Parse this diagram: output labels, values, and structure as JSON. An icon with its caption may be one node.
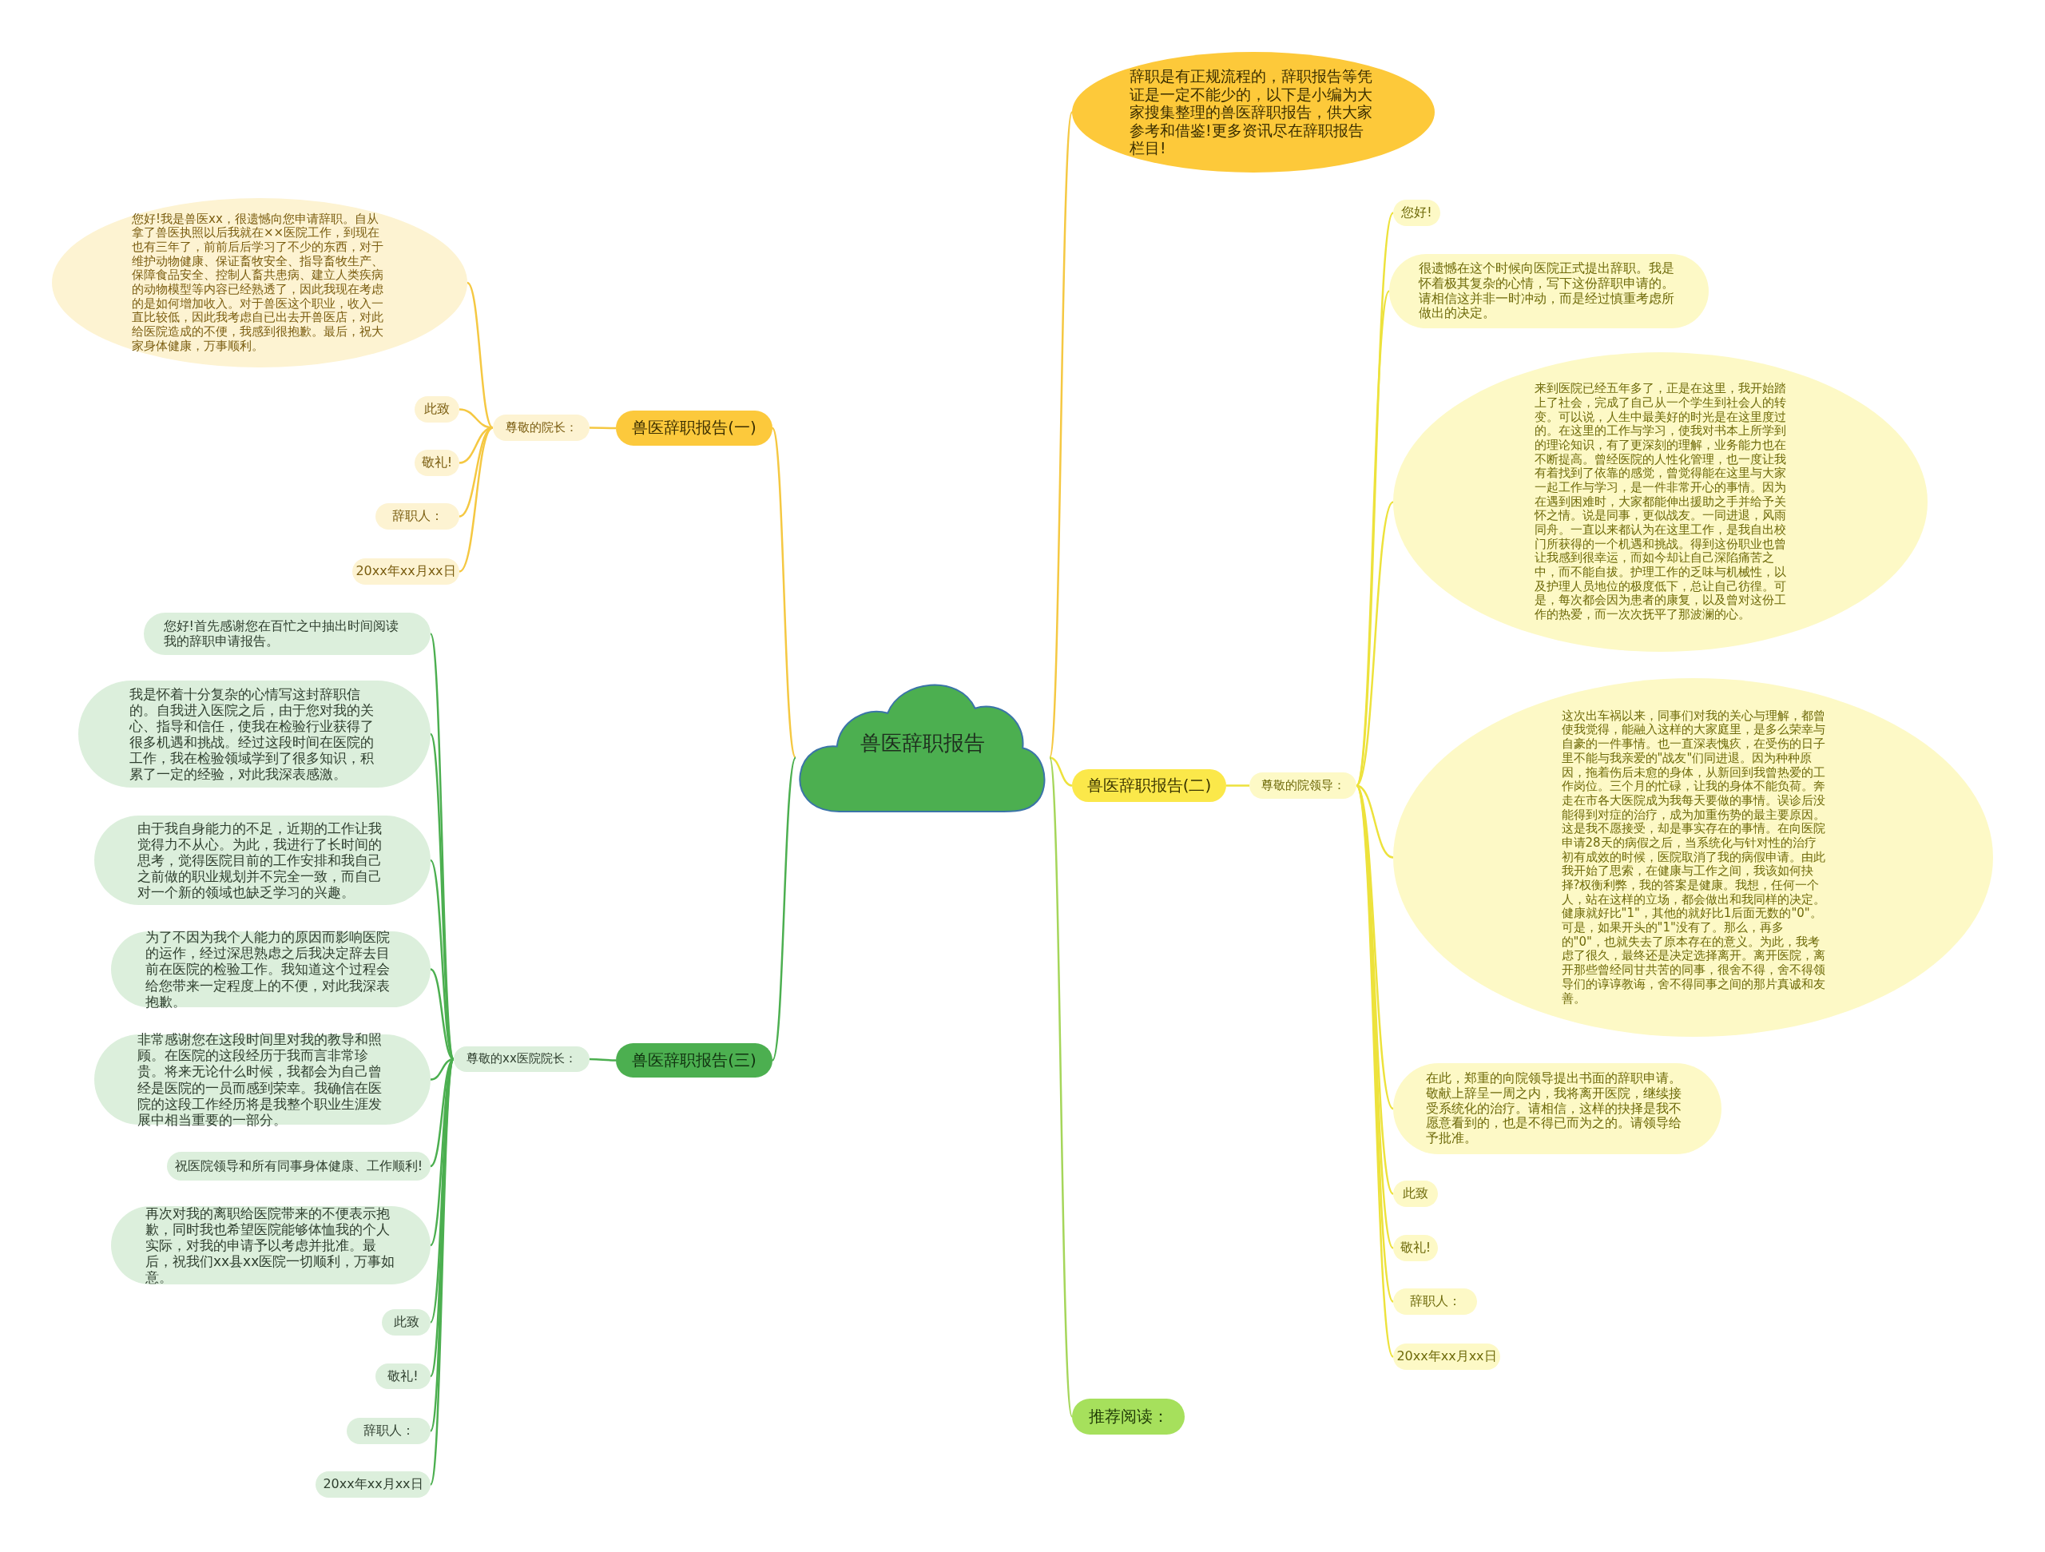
{
  "diagram": {
    "nodes": [
      {
        "text": [
          "兽医辞职报告"
        ]
      },
      {
        "text": [
          "辞职是有正规流程的，辞职报告等凭证是一定不能少的，以下是小编为大家搜集整理的兽医辞职报告，供大家参考和借鉴!更多资讯尽在辞职报告栏目!"
        ]
      },
      {
        "text": [
          "兽医辞职报告(一)"
        ]
      },
      {
        "text": [
          "尊敬的院长："
        ]
      },
      {
        "text": [
          "您好!我是兽医xx，很遗憾向您申请辞职。自从拿了兽医执照以后我就在××医院工作，到现在也有三年了，前前后后学习了不少的东西，对于维护动物健康、保证畜牧安全、指导畜牧生产、保障食品安全、控制人畜共患病、建立人类疾病的动物模型等内容已经熟透了，因此我现在考虑的是如何增加收入。对于兽医这个职业，收入一直比较低，因此我考虑自已出去开兽医店，对此给医院造成的不便，我感到很抱歉。最后，祝大家身体健康，万事顺利。"
        ]
      },
      {
        "text": [
          "此致"
        ]
      },
      {
        "text": [
          "敬礼!"
        ]
      },
      {
        "text": [
          "辞职人："
        ]
      },
      {
        "text": [
          "20xx年xx月xx日"
        ]
      },
      {
        "text": [
          "兽医辞职报告(二)"
        ]
      },
      {
        "text": [
          "尊敬的院领导："
        ]
      },
      {
        "text": [
          "您好!"
        ]
      },
      {
        "text": [
          "很遗憾在这个时候向医院正式提出辞职。我是怀着极其复杂的心情，写下这份辞职申请的。请相信这并非一时冲动，而是经过慎重考虑所做出的决定。"
        ]
      },
      {
        "text": [
          "来到医院已经五年多了，正是在这里，我开始踏上了社会，完成了自己从一个学生到社会人的转变。可以说，人生中最美好的时光是在这里度过的。在这里的工作与学习，使我对书本上所学到的理论知识，有了更深刻的理解，业务能力也在不断提高。曾经医院的人性化管理，也一度让我有着找到了依靠的感觉，曾觉得能在这里与大家一起工作与学习，是一件非常开心的事情。因为在遇到困难时，大家都能伸出援助之手并给予关怀之情。说是同事，更似战友。一同进退，风雨同舟。一直以来都认为在这里工作，是我自出校门所获得的一个机遇和挑战。得到这份职业也曾让我感到很幸运，而如今却让自己深陷痛苦之中，而不能自拔。护理工作的乏味与机械性，以及护理人员地位的极度低下，总让自己彷徨。可是，每次都会因为患者的康复，以及曾对这份工作的热爱，而一次次抚平了那波澜的心。"
        ]
      },
      {
        "text": [
          "这次出车祸以来，同事们对我的关心与理解，都曾使我觉得，能融入这样的大家庭里，是多么荣幸与自豪的一件事情。也一直深表愧疚，在受伤的日子里不能与我亲爱的\"战友\"们同进退。因为种种原因，拖着伤后未愈的身体，从新回到我曾热爱的工作岗位。三个月的忙碌，让我的身体不能负荷。奔走在市各大医院成为我每天要做的事情。误诊后没能得到对症的治疗，成为加重伤势的最主要原因。这是我不愿接受，却是事实存在的事情。在向医院申请28天的病假之后，当系统化与针对性的治疗初有成效的时候，医院取消了我的病假申请。由此我开始了思索，在健康与工作之间，我该如何抉择?权衡利弊，我的答案是健康。我想，任何一个人，站在这样的立场，都会做出和我同样的决定。健康就好比\"1\"，其他的就好比1后面无数的\"0\"。可是，如果开头的\"1\"没有了。那么，再多的\"0\"，也就失去了原本存在的意义。为此，我考虑了很久，最终还是决定选择离开。离开医院，离开那些曾经同甘共苦的同事，很舍不得，舍不得领导们的谆谆教诲，舍不得同事之间的那片真诚和友善。"
        ]
      },
      {
        "text": [
          "在此，郑重的向院领导提出书面的辞职申请。敬献上辞呈一周之内，我将离开医院，继续接受系统化的治疗。请相信，这样的抉择是我不愿意看到的，也是不得已而为之的。请领导给予批准。"
        ]
      },
      {
        "text": [
          "此致"
        ]
      },
      {
        "text": [
          "敬礼!"
        ]
      },
      {
        "text": [
          "辞职人："
        ]
      },
      {
        "text": [
          "20xx年xx月xx日"
        ]
      },
      {
        "text": [
          "兽医辞职报告(三)"
        ]
      },
      {
        "text": [
          "尊敬的xx医院院长："
        ]
      },
      {
        "text": [
          "您好!首先感谢您在百忙之中抽出时间阅读我的辞职申请报告。"
        ]
      },
      {
        "text": [
          "我是怀着十分复杂的心情写这封辞职信的。自我进入医院之后，由于您对我的关心、指导和信任，使我在检验行业获得了很多机遇和挑战。经过这段时间在医院的工作，我在检验领域学到了很多知识，积累了一定的经验，对此我深表感激。"
        ]
      },
      {
        "text": [
          "由于我自身能力的不足，近期的工作让我觉得力不从心。为此，我进行了长时间的思考，觉得医院目前的工作安排和我自己之前做的职业规划并不完全一致，而自己对一个新的领域也缺乏学习的兴趣。"
        ]
      },
      {
        "text": [
          "为了不因为我个人能力的原因而影响医院的运作，经过深思熟虑之后我决定辞去目前在医院的检验工作。我知道这个过程会给您带来一定程度上的不便，对此我深表抱歉。"
        ]
      },
      {
        "text": [
          "非常感谢您在这段时间里对我的教导和照顾。在医院的这段经历于我而言非常珍贵。将来无论什么时候，我都会为自己曾经是医院的一员而感到荣幸。我确信在医院的这段工作经历将是我整个职业生涯发展中相当重要的一部分。"
        ]
      },
      {
        "text": [
          "祝医院领导和所有同事身体健康、工作顺利!"
        ]
      },
      {
        "text": [
          "再次对我的离职给医院带来的不便表示抱歉，同时我也希望医院能够体恤我的个人实际，对我的申请予以考虑并批准。最后，祝我们xx县xx医院一切顺利，万事如意。"
        ]
      },
      {
        "text": [
          "此致"
        ]
      },
      {
        "text": [
          "敬礼!"
        ]
      },
      {
        "text": [
          "辞职人："
        ]
      },
      {
        "text": [
          "20xx年xx月xx日"
        ]
      },
      {
        "text": [
          "推荐阅读："
        ]
      }
    ],
    "edges": [
      {
        "from": 0,
        "to": 1,
        "arrow": "none",
        "color": "#f5c842"
      },
      {
        "from": 0,
        "to": 2,
        "arrow": "none",
        "color": "#f5c842"
      },
      {
        "from": 0,
        "to": 9,
        "arrow": "none",
        "color": "#ede23c"
      },
      {
        "from": 0,
        "to": 20,
        "arrow": "none"
      },
      {
        "from": 0,
        "to": 33,
        "arrow": "none",
        "color": "#a5d65a"
      },
      {
        "from": 2,
        "to": 3,
        "arrow": "none",
        "color": "#f5c842"
      },
      {
        "from": 3,
        "to": 4,
        "arrow": "none",
        "color": "#f5c842"
      },
      {
        "from": 3,
        "to": 5,
        "arrow": "none",
        "color": "#f5c842"
      },
      {
        "from": 3,
        "to": 6,
        "arrow": "none",
        "color": "#f5c842"
      },
      {
        "from": 3,
        "to": 7,
        "arrow": "none",
        "color": "#f5c842"
      },
      {
        "from": 3,
        "to": 8,
        "arrow": "none",
        "color": "#f5c842"
      },
      {
        "from": 9,
        "to": 10,
        "arrow": "none",
        "color": "#ede23c"
      },
      {
        "from": 10,
        "to": 11,
        "arrow": "none",
        "color": "#ede23c"
      },
      {
        "from": 10,
        "to": 12,
        "arrow": "none",
        "color": "#ede23c"
      },
      {
        "from": 10,
        "to": 13,
        "arrow": "none",
        "color": "#ede23c"
      },
      {
        "from": 10,
        "to": 14,
        "arrow": "none",
        "color": "#ede23c"
      },
      {
        "from": 10,
        "to": 15,
        "arrow": "none",
        "color": "#ede23c"
      },
      {
        "from": 10,
        "to": 16,
        "arrow": "none",
        "color": "#ede23c"
      },
      {
        "from": 10,
        "to": 17,
        "arrow": "none",
        "color": "#ede23c"
      },
      {
        "from": 10,
        "to": 18,
        "arrow": "none",
        "color": "#ede23c"
      },
      {
        "from": 10,
        "to": 19,
        "arrow": "none",
        "color": "#ede23c"
      },
      {
        "from": 20,
        "to": 21,
        "arrow": "none"
      },
      {
        "from": 21,
        "to": 22,
        "arrow": "none"
      },
      {
        "from": 21,
        "to": 23,
        "arrow": "none"
      },
      {
        "from": 21,
        "to": 24,
        "arrow": "none"
      },
      {
        "from": 21,
        "to": 25,
        "arrow": "none"
      },
      {
        "from": 21,
        "to": 26,
        "arrow": "none"
      },
      {
        "from": 21,
        "to": 27,
        "arrow": "none"
      },
      {
        "from": 21,
        "to": 28,
        "arrow": "none"
      },
      {
        "from": 21,
        "to": 29,
        "arrow": "none"
      },
      {
        "from": 21,
        "to": 30,
        "arrow": "none"
      },
      {
        "from": 21,
        "to": 31,
        "arrow": "none"
      },
      {
        "from": 21,
        "to": 32,
        "arrow": "none"
      }
    ]
  }
}
